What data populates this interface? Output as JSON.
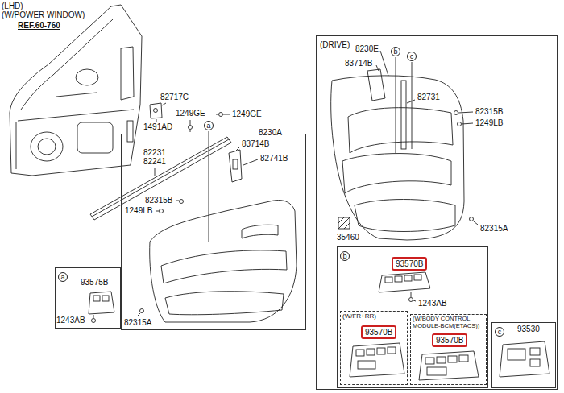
{
  "diagram": {
    "nodes": [
      {
        "text": [
          "a"
        ]
      },
      {
        "text": [
          "8230A"
        ]
      },
      {
        "text": [
          "a"
        ]
      },
      {
        "text": [
          "(DRIVE)"
        ]
      },
      {
        "text": [
          "b"
        ],
        "in": 3
      },
      {
        "text": [
          "c"
        ],
        "in": 3
      },
      {
        "text": [
          "b"
        ],
        "in": 3
      },
      {
        "text": [
          "93570B"
        ],
        "in": 6
      },
      {
        "text": [
          "(W/FR+RR)"
        ],
        "in": 6
      },
      {
        "text": [
          "93570B"
        ],
        "in": 8
      },
      {
        "text": [
          "(W/BODY CONTROL MODULE-BCM(ETACS))"
        ],
        "in": 6
      },
      {
        "text": [
          "93570B"
        ],
        "in": 10
      },
      {
        "text": [
          "c"
        ],
        "in": 3
      }
    ],
    "labels": [
      "(LHD)",
      "(W/POWER WINDOW)",
      "REF.60-760",
      "82717C",
      "1249GE",
      "1491AD",
      "1249GE",
      "82231",
      "82241",
      "83714B",
      "82741B",
      "82315B",
      "1249LB",
      "82315A",
      "93575B",
      "1243AB",
      "8230E",
      "83714B",
      "82731",
      "82315B",
      "1249LB",
      "35460",
      "82315A",
      "1243AB",
      "93530"
    ]
  }
}
